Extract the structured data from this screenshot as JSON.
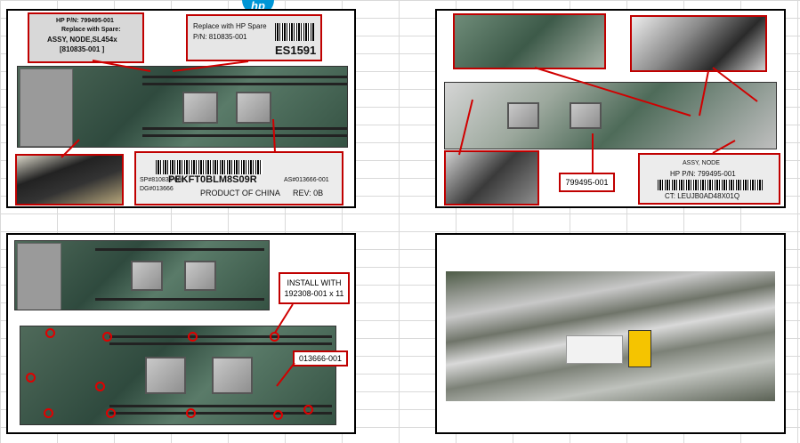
{
  "logo": {
    "text": "hp",
    "color": "#0096d6"
  },
  "panel1": {
    "label_left": [
      "HP P/N: 799495-001",
      "Replace with Spare:",
      "ASSY, NODE,SL454x",
      "[810835-001 ]"
    ],
    "label_right": {
      "title": "Replace with HP Spare",
      "pn": "P/N: 810835-001",
      "code": "ES1591"
    },
    "bottom_label": {
      "serial": "PEKFT0BLM8S09R",
      "sp": "SP#810835-001",
      "as": "AS#013666-001",
      "dg": "DG#013666",
      "origin": "PRODUCT OF CHINA",
      "rev": "REV: 0B"
    }
  },
  "panel2": {
    "part_number": "799495-001",
    "assy_label": [
      "ASSY, NODE",
      "HP P/N: 799495-001",
      "CT: LEUJB0AD48X01Q"
    ]
  },
  "panel3": {
    "install_note": [
      "INSTALL WITH",
      "192308-001 x 11"
    ],
    "board_number": "013666-001"
  },
  "colors": {
    "callout": "#c00000",
    "board": "#3e5b4d",
    "panel_border": "#000000"
  }
}
